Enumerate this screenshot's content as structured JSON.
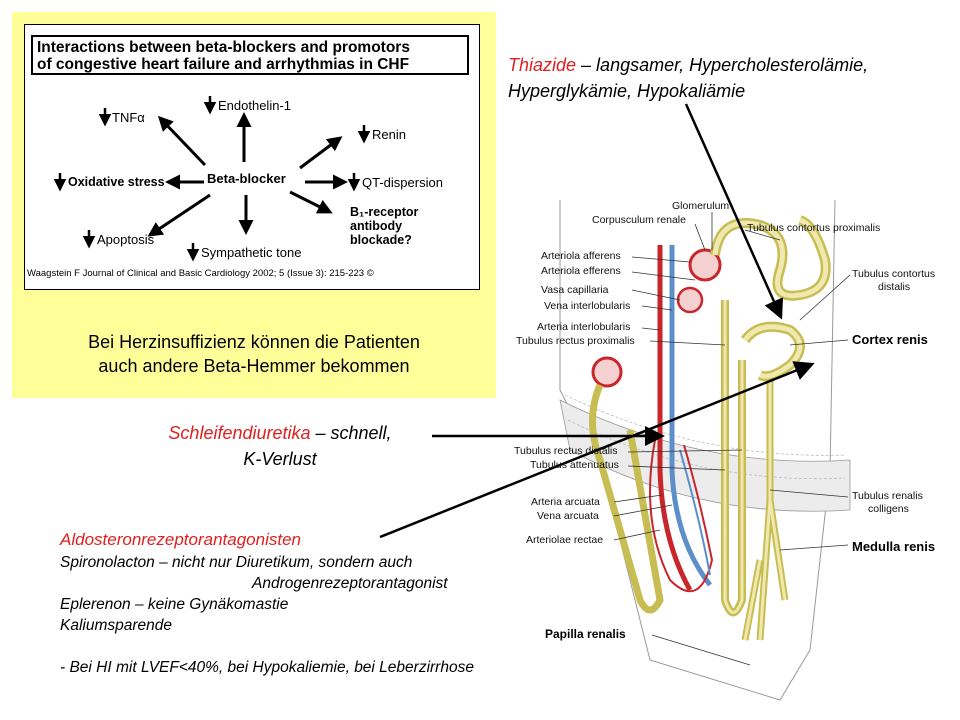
{
  "figure": {
    "title_line1": "Interactions between beta-blockers and promotors",
    "title_line2": "of congestive heart failure and arrhythmias in CHF",
    "center": "Beta-blocker",
    "tnf": "TNFα",
    "endothelin": "Endothelin-1",
    "renin": "Renin",
    "oxidative": "Oxidative stress",
    "qt": "QT-dispersion",
    "b1_line1": "B₁-receptor",
    "b1_line2": "antibody",
    "b1_line3": "blockade?",
    "apoptosis": "Apoptosis",
    "sympathetic": "Sympathetic tone",
    "citation": "Waagstein F Journal of Clinical and Basic Cardiology 2002; 5 (Issue 3): 215-223 ©"
  },
  "yellow_caption": {
    "line1": "Bei Herzinsuffizienz können die Patienten",
    "line2": "auch andere Beta-Hemmer bekommen"
  },
  "thiazide": {
    "name": "Thiazide",
    "rest1": " – langsamer, Hypercholesterolämie,",
    "line2": "Hyperglykämie, Hypokaliämie"
  },
  "schleifen": {
    "name": "Schleifendiuretika",
    "rest1": " – schnell,",
    "line2": "K-Verlust"
  },
  "aldo": {
    "title": "Aldosteronrezeptorantagonisten",
    "line1": "Spironolacton – nicht nur Diuretikum, sondern auch",
    "line2": "Androgenrezeptorantagonist",
    "line3": "Eplerenon – keine Gynäkomastie",
    "line4": "Kaliumsparende",
    "line5": "- Bei HI mit LVEF<40%, bei Hypokaliemie, bei Leberzirrhose"
  },
  "nephron": {
    "glomerulum": "Glomerulum",
    "corpusculum": "Corpusculum renale",
    "tubulus_prox": "Tubulus contortus proximalis",
    "art_aff": "Arteriola afferens",
    "art_eff": "Arteriola efferens",
    "tubulus_dist1": "Tubulus contortus",
    "tubulus_dist2": "distalis",
    "vasa_cap": "Vasa capillaria",
    "vena_inter": "Vena interlobularis",
    "art_inter": "Arteria interlobularis",
    "tub_rect_prox": "Tubulus rectus proximalis",
    "cortex": "Cortex renis",
    "tub_rect_dist": "Tubulus rectus distalis",
    "tub_atten": "Tubulus attenuatus",
    "art_arc": "Arteria arcuata",
    "vena_arc": "Vena arcuata",
    "art_rectae": "Arteriolae rectae",
    "tub_coll1": "Tubulus renalis",
    "tub_coll2": "colligens",
    "medulla": "Medulla renis",
    "papilla": "Papilla renalis"
  }
}
